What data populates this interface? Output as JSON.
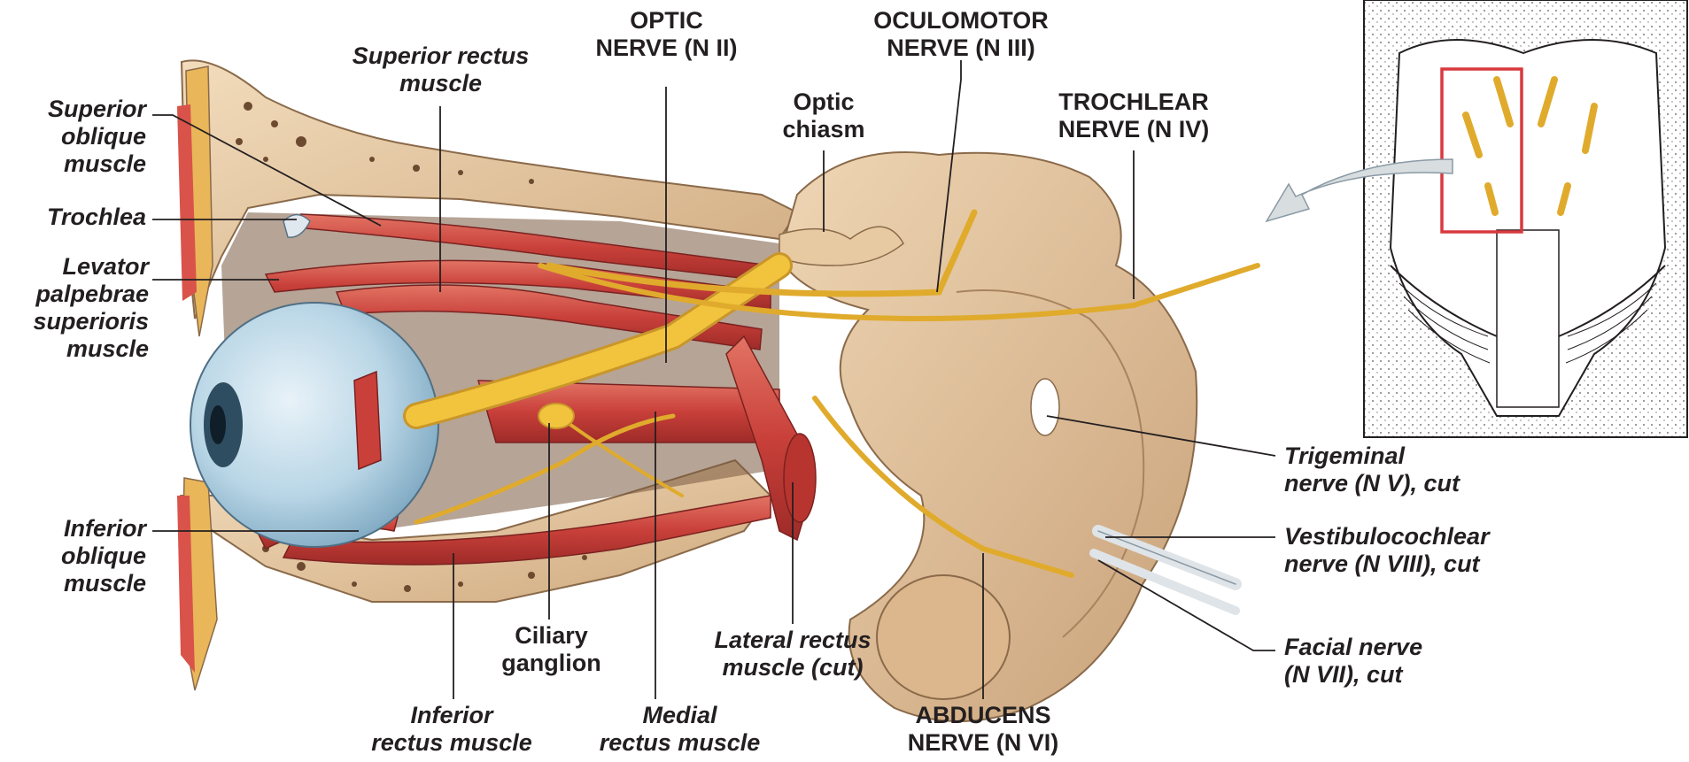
{
  "labels": {
    "superior_oblique": [
      "Superior",
      "oblique",
      "muscle"
    ],
    "trochlea": [
      "Trochlea"
    ],
    "levator": [
      "Levator",
      "palpebrae",
      "superioris",
      "muscle"
    ],
    "inferior_oblique": [
      "Inferior",
      "oblique",
      "muscle"
    ],
    "superior_rectus": [
      "Superior rectus",
      "muscle"
    ],
    "optic_nerve": [
      "OPTIC",
      "NERVE (N II)"
    ],
    "optic_chiasm": [
      "Optic",
      "chiasm"
    ],
    "oculomotor": [
      "OCULOMOTOR",
      "NERVE (N III)"
    ],
    "trochlear": [
      "TROCHLEAR",
      "NERVE (N IV)"
    ],
    "trigeminal": [
      "Trigeminal",
      "nerve (N V), cut"
    ],
    "vestibulocochlear": [
      "Vestibulocochlear",
      "nerve (N VIII), cut"
    ],
    "facial": [
      "Facial nerve",
      "(N VII), cut"
    ],
    "abducens": [
      "ABDUCENS",
      "NERVE (N VI)"
    ],
    "ciliary_ganglion": [
      "Ciliary",
      "ganglion"
    ],
    "lateral_rectus": [
      "Lateral rectus",
      "muscle (cut)"
    ],
    "medial_rectus": [
      "Medial",
      "rectus muscle"
    ],
    "inferior_rectus": [
      "Inferior",
      "rectus muscle"
    ]
  },
  "colors": {
    "muscle": "#c9403a",
    "muscle_light": "#e07a6a",
    "nerve": "#f2c33d",
    "nerve_dark": "#c8962a",
    "bone": "#e8c9a0",
    "brain": "#e3c29c",
    "eye": "#b9d6e6",
    "leader": "#231f20",
    "inset_box": "#d9393e"
  }
}
